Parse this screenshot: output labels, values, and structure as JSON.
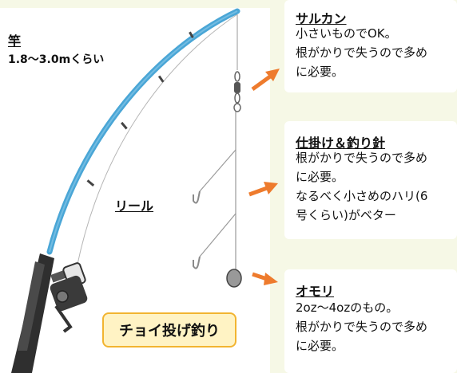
{
  "labels": {
    "rod_title": "竿",
    "rod_length": "1.8〜3.0mくらい",
    "reel": "リール",
    "style_badge": "チョイ投げ釣り"
  },
  "cards": {
    "swivel": {
      "title": "サルカン",
      "lines": [
        "小さいものでOK。",
        "根がかりで失うので多め",
        "に必要。"
      ]
    },
    "rig": {
      "title": "仕掛け＆釣り針",
      "lines": [
        "根がかりで失うので多め",
        "に必要。",
        "なるべく小さめのハリ(6",
        "号くらい)がベター"
      ]
    },
    "sinker": {
      "title": "オモリ",
      "lines": [
        "2oz〜4ozのもの。",
        "根がかりで失うので多め",
        "に必要。"
      ]
    }
  },
  "colors": {
    "rod_blue": "#4aa6d6",
    "arrow_orange": "#ee7b2d",
    "badge_border": "#f2b430",
    "badge_fill": "#fff3c4",
    "background": "#f6f8e6"
  }
}
